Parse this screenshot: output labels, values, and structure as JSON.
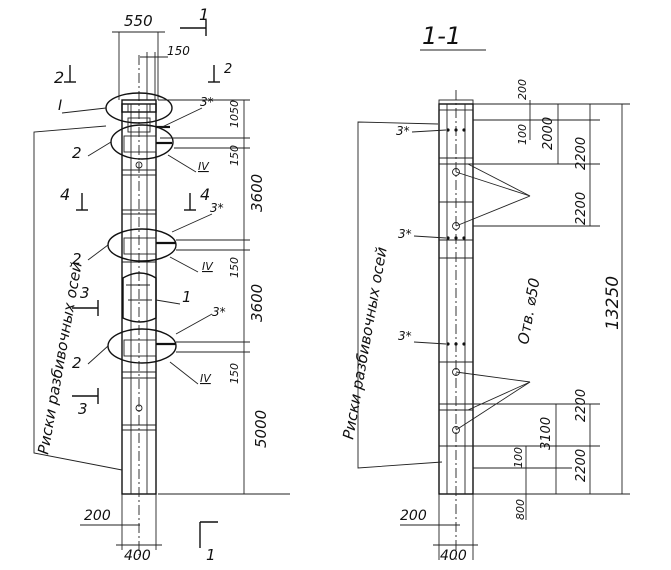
{
  "left_view": {
    "top_width": "550",
    "offset_150": "150",
    "base_200": "200",
    "base_400": "400",
    "node_I": "I",
    "label_2": "2",
    "label_1": "1",
    "label_3star": "3*",
    "label_IV": "IV",
    "axis_marks": "Риски разбивочных осей",
    "dims_right": [
      "1050",
      "150",
      "3600",
      "150",
      "3600",
      "150",
      "5000"
    ],
    "section_1": "1",
    "section_2": "2",
    "section_3": "3",
    "section_4": "4"
  },
  "right_view": {
    "title": "1-1",
    "axis_marks": "Риски разбивочных осей",
    "hole_label": "Отв. ⌀50",
    "label_3star": "3*",
    "base_200": "200",
    "base_400": "400",
    "dim_top_200": "200",
    "dim_100": "100",
    "dim_2000": "2000",
    "dim_2200": "2200",
    "dim_13250": "13250",
    "dim_3100": "3100",
    "dim_800": "800"
  }
}
